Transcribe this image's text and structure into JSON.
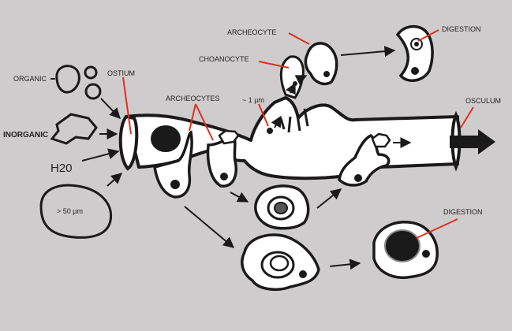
{
  "labels": {
    "organic": "ORGANIC",
    "inorganic": "INORGANIC",
    "h2o": "H20",
    "size_large": "> 50 µm",
    "ostium": "OSTIUM",
    "archeocytes": "ARCHEOCYTES",
    "size_small": "~ 1 µm",
    "choanocyte": "CHOANOCYTE",
    "archeocyte": "ARCHEOCYTE",
    "digestion_top": "DIGESTION",
    "osculum": "OSCULUM",
    "digestion_bottom": "DIGESTION"
  },
  "colors": {
    "background": "#cfcccd",
    "outline": "#1a1a1a",
    "cell_fill": "#ffffff",
    "annotation_line": "#e0301e",
    "particle": "#1a1a1a"
  }
}
